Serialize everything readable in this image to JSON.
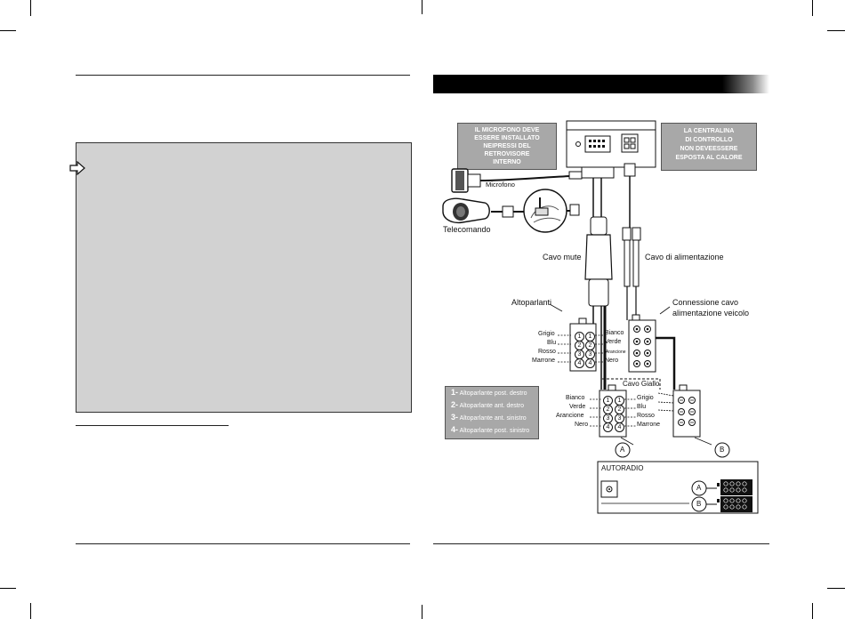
{
  "notes": {
    "microphone": [
      "IL MICROFONO DEVE",
      "ESSERE INSTALLATO",
      "NEIPRESSI DEL",
      "RETROVISORE",
      "INTERNO"
    ],
    "control_unit": [
      "LA CENTRALINA",
      "DI CONTROLLO",
      "NON DEVEESSERE",
      "ESPOSTA AL CALORE"
    ]
  },
  "labels": {
    "microfono": "Microfono",
    "telecomando": "Telecomando",
    "cavo_mute": "Cavo mute",
    "cavo_alimentazione": "Cavo di alimentazione",
    "altoparlanti": "Altoparlanti",
    "connessione_line1": "Connessione cavo",
    "connessione_line2": "alimentazione veicolo",
    "cavo_giallo": "Cavo Giallo",
    "autoradio": "AUTORADIO",
    "connector_a": "A",
    "connector_b": "B"
  },
  "speaker_connector": {
    "left": [
      "Grigio",
      "Blu",
      "Rosso",
      "Marrone"
    ],
    "right": [
      "Bianco",
      "Verde",
      "Arancione",
      "Nero"
    ]
  },
  "radio_connector": {
    "left": [
      "Bianco",
      "Verde",
      "Arancione",
      "Nero"
    ],
    "right": [
      "Grigio",
      "Blu",
      "Rosso",
      "Marrone"
    ]
  },
  "pin_numbers": [
    "1",
    "2",
    "3",
    "4"
  ],
  "legend": [
    {
      "num": "1-",
      "text": "Altoparlante post. destro"
    },
    {
      "num": "2-",
      "text": "Altoparlante ant. destro"
    },
    {
      "num": "3-",
      "text": "Altoparlante ant. sinistro"
    },
    {
      "num": "4-",
      "text": "Altoparlante post. sinistro"
    }
  ]
}
